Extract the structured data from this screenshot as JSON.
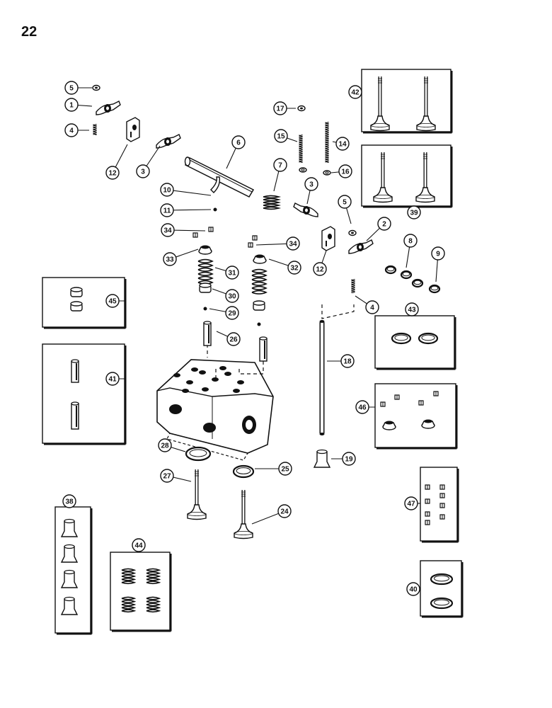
{
  "page": {
    "number": "22"
  },
  "diagram": {
    "type": "exploded-parts-diagram",
    "callouts": [
      "1",
      "2",
      "3",
      "3",
      "4",
      "4",
      "5",
      "5",
      "6",
      "7",
      "8",
      "9",
      "10",
      "11",
      "12",
      "12",
      "14",
      "15",
      "16",
      "17",
      "18",
      "19",
      "24",
      "25",
      "26",
      "27",
      "28",
      "29",
      "30",
      "31",
      "32",
      "33",
      "34",
      "34",
      "38",
      "39",
      "40",
      "41",
      "42",
      "43",
      "44",
      "45",
      "46",
      "47"
    ]
  }
}
